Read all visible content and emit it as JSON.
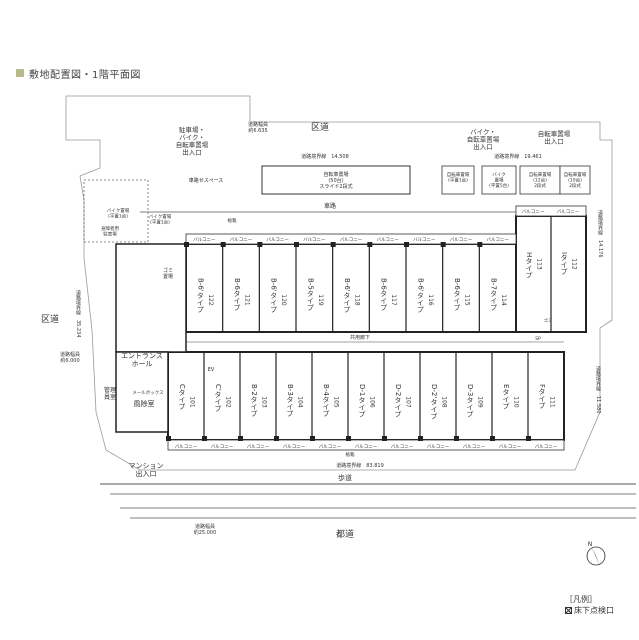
{
  "header": {
    "title": "敷地配置図・1階平面図",
    "mark_color": "#b9b88c"
  },
  "roads": {
    "ward_road_top": "区道",
    "ward_road_left": "区道",
    "metro_road": "都道",
    "sidewalk": "歩道",
    "alley": "車路"
  },
  "dimensions": {
    "top_road_width": "道路幅員\n約6.635",
    "boundary_top": "道路境界線　14.508",
    "boundary_top_right": "道路境界線　19.461",
    "left_road_width": "道路幅員\n約6.000",
    "left_boundary": "道路境界線　35.234",
    "right_boundary_upper": "道路境界線　14.176",
    "right_boundary_lower": "道路境界線　11.580",
    "bottom_boundary": "道路境界線　83.819",
    "metro_road_width": "道路幅員\n約25.000"
  },
  "entrances": {
    "parking": "駐車場・\nバイク・\n自転車置場\n出入口",
    "bike_top": "バイク・\n自転車置場\n出入口",
    "bike_right": "自転車置場\n出入口",
    "mansion": "マンション\n出入口"
  },
  "facilities": {
    "parking_space": "車路せスペース",
    "bike_parking_main": "自転車置場\n(50台)\nスライド2段式",
    "bike_parking_small": "自転車置場\n(平置1台)",
    "bike_moto1": "バイク\n置場\n(平置5台)",
    "bike_stack1": "自転車置場\n(12台)\n2段式",
    "bike_stack2": "自転車置場\n(10台)\n2段式",
    "left_bike": "バイク置場\n(平置1台)",
    "left_bike2": "バイク置場\n(平置1台)",
    "handicap": "身障者用\n駐車場",
    "trash": "ゴミ\n置場",
    "entrance_hall": "エントランス\nホール",
    "lobby": "風除室",
    "manager": "管理\n員室",
    "ev": "EV",
    "mailbox": "メールボックス",
    "corridor": "共用廊下",
    "planter_top": "植栽",
    "planter_bottom": "植栽",
    "garbage_right": "ゴミ",
    "sky_sp": "SP",
    "balcony": "バルコニー"
  },
  "units_upper": [
    {
      "type": "B-6'タイプ",
      "num": "122"
    },
    {
      "type": "B-6タイプ",
      "num": "121"
    },
    {
      "type": "B-6'タイプ",
      "num": "120"
    },
    {
      "type": "B-5タイプ",
      "num": "119"
    },
    {
      "type": "B-6'タイプ",
      "num": "118"
    },
    {
      "type": "B-6タイプ",
      "num": "117"
    },
    {
      "type": "B-6'タイプ",
      "num": "116"
    },
    {
      "type": "B-6タイプ",
      "num": "115"
    },
    {
      "type": "B-7タイプ",
      "num": "114"
    }
  ],
  "units_right": [
    {
      "type": "Hタイプ",
      "num": "113"
    },
    {
      "type": "Iタイプ",
      "num": "112"
    }
  ],
  "units_lower": [
    {
      "type": "Cタイプ",
      "num": "101"
    },
    {
      "type": "C'タイプ",
      "num": "102"
    },
    {
      "type": "B-2タイプ",
      "num": "103"
    },
    {
      "type": "B-3タイプ",
      "num": "104"
    },
    {
      "type": "B-4タイプ",
      "num": "105"
    },
    {
      "type": "D-1タイプ",
      "num": "106"
    },
    {
      "type": "D-2タイプ",
      "num": "107"
    },
    {
      "type": "D-2'タイプ",
      "num": "108"
    },
    {
      "type": "D-3タイプ",
      "num": "109"
    },
    {
      "type": "Eタイプ",
      "num": "110"
    },
    {
      "type": "Fタイプ",
      "num": "111"
    }
  ],
  "north": "N",
  "legend": {
    "title": "［凡例］",
    "item": "床下点検口"
  },
  "colors": {
    "line": "#333333",
    "soft": "#999999",
    "unit_fill": "#ffffff"
  }
}
